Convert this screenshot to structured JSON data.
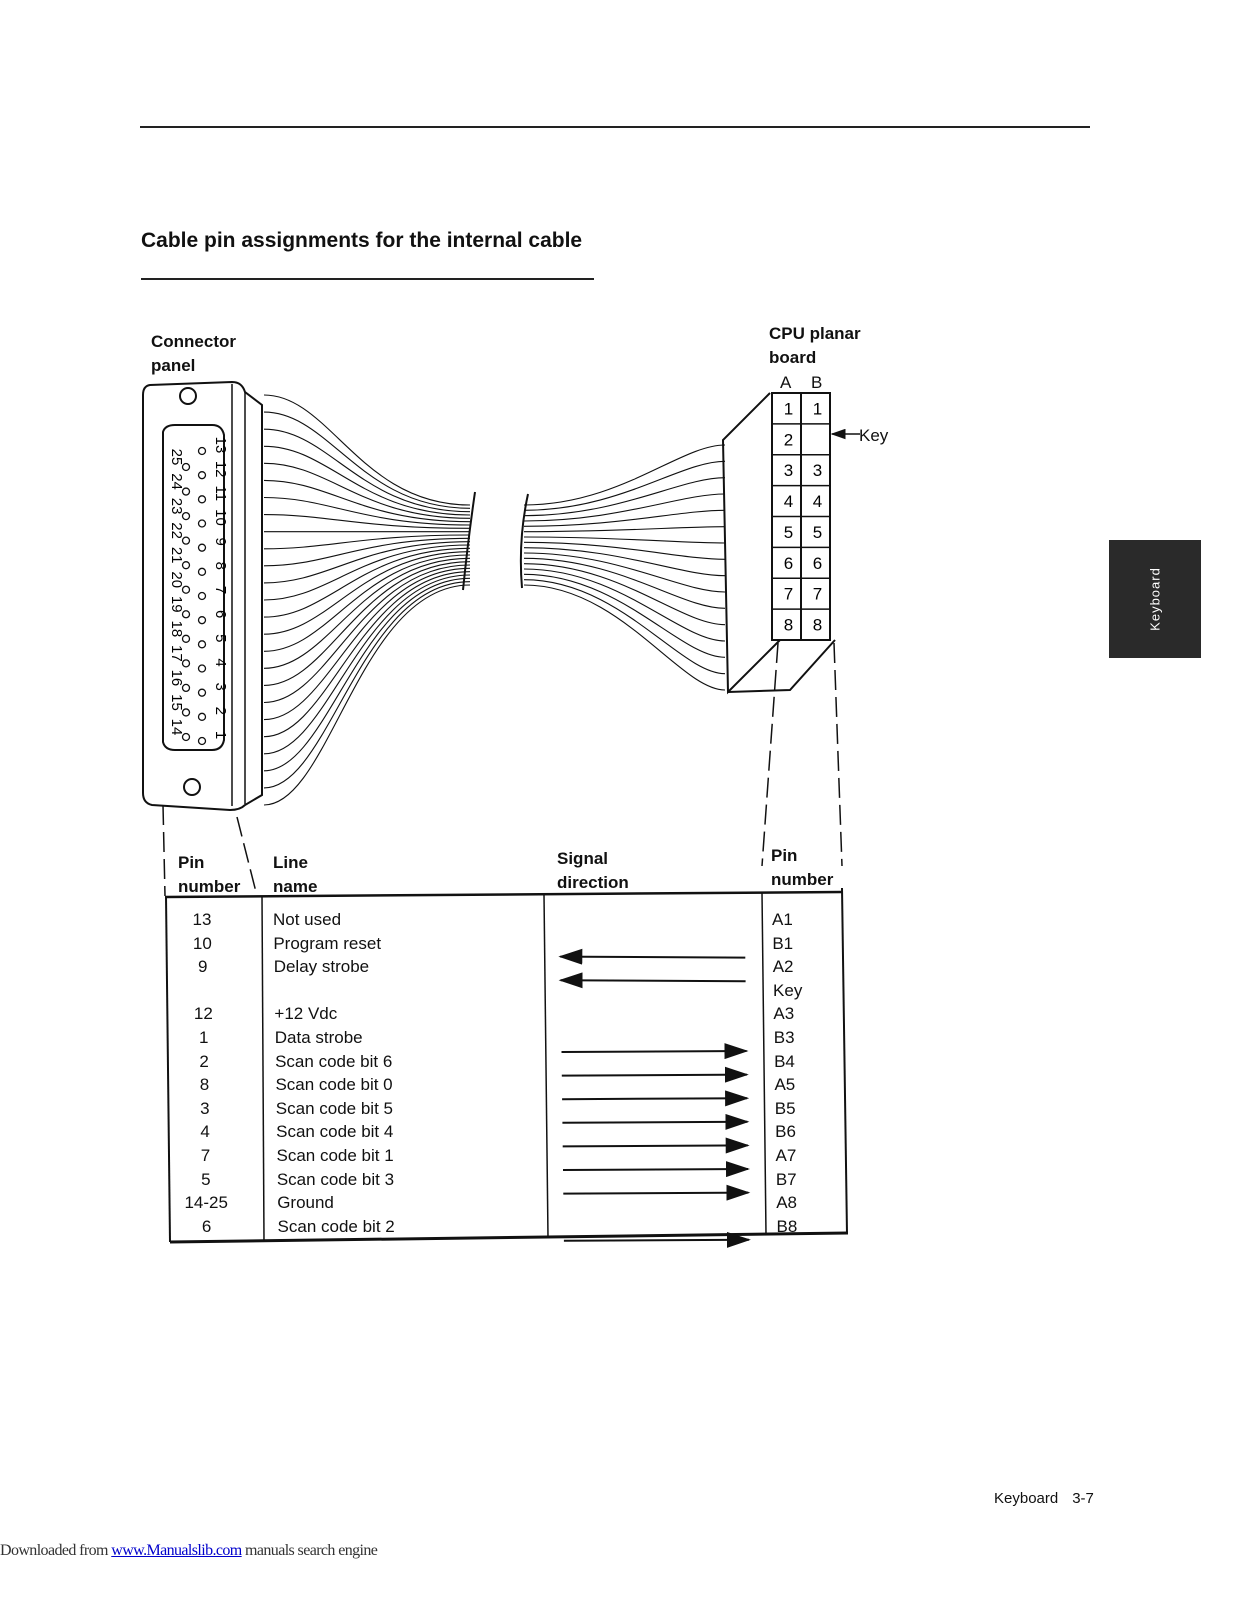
{
  "section_title": "Cable pin assignments for the internal cable",
  "connector_panel_label": "Connector panel",
  "cpu_planar_label": "CPU planar board",
  "cpu_columns": [
    "A",
    "B"
  ],
  "cpu_pins": [
    [
      "1",
      "1"
    ],
    [
      "2",
      ""
    ],
    [
      "3",
      "3"
    ],
    [
      "4",
      "4"
    ],
    [
      "5",
      "5"
    ],
    [
      "6",
      "6"
    ],
    [
      "7",
      "7"
    ],
    [
      "8",
      "8"
    ]
  ],
  "key_label": "Key",
  "connector_pins_top": [
    "13",
    "12",
    "11",
    "10",
    "9",
    "8",
    "7",
    "6",
    "5",
    "4",
    "3",
    "2",
    "1"
  ],
  "connector_pins_bottom": [
    "25",
    "24",
    "23",
    "22",
    "21",
    "20",
    "19",
    "18",
    "17",
    "16",
    "15",
    "14"
  ],
  "table": {
    "headers": {
      "pin_number": "Pin number",
      "line_name": "Line name",
      "signal_direction": "Signal direction",
      "cpu_pin_number": "Pin number"
    },
    "rows": [
      {
        "pin": "13",
        "name": "Not used",
        "direction": "none",
        "cpu_pin": "A1"
      },
      {
        "pin": "10",
        "name": "Program reset",
        "direction": "left",
        "cpu_pin": "B1"
      },
      {
        "pin": "9",
        "name": "Delay strobe",
        "direction": "left",
        "cpu_pin": "A2"
      },
      {
        "pin": "",
        "name": "",
        "direction": "none",
        "cpu_pin": "Key"
      },
      {
        "pin": "12",
        "name": "+12 Vdc",
        "direction": "none",
        "cpu_pin": "A3"
      },
      {
        "pin": "1",
        "name": "Data strobe",
        "direction": "right",
        "cpu_pin": "B3"
      },
      {
        "pin": "2",
        "name": "Scan code bit 6",
        "direction": "right",
        "cpu_pin": "B4"
      },
      {
        "pin": "8",
        "name": "Scan code bit 0",
        "direction": "right",
        "cpu_pin": "A5"
      },
      {
        "pin": "3",
        "name": "Scan code bit 5",
        "direction": "right",
        "cpu_pin": "B5"
      },
      {
        "pin": "4",
        "name": "Scan code bit 4",
        "direction": "right",
        "cpu_pin": "B6"
      },
      {
        "pin": "7",
        "name": "Scan code bit 1",
        "direction": "right",
        "cpu_pin": "A7"
      },
      {
        "pin": "5",
        "name": "Scan code bit 3",
        "direction": "right",
        "cpu_pin": "B7"
      },
      {
        "pin": "14-25",
        "name": "Ground",
        "direction": "none",
        "cpu_pin": "A8"
      },
      {
        "pin": "6",
        "name": "Scan code bit 2",
        "direction": "right",
        "cpu_pin": "B8"
      }
    ]
  },
  "side_tab": "Keyboard",
  "footer": {
    "section": "Keyboard",
    "page": "3-7"
  },
  "download_line": {
    "prefix": "Downloaded from ",
    "link": "www.Manualslib.com",
    "suffix": " manuals search engine"
  }
}
